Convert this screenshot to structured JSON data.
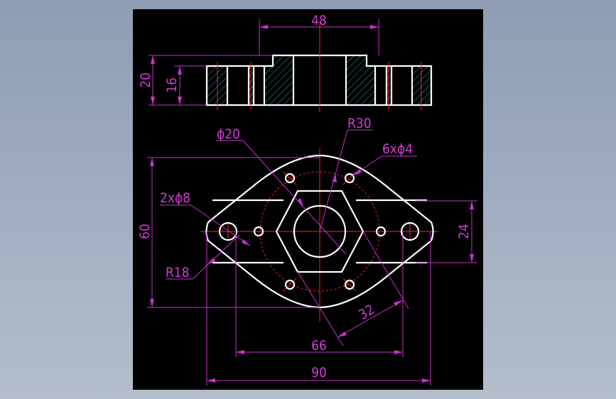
{
  "drawing": {
    "background": "#000000",
    "object_color": "#ffffff",
    "center_line_color": "#ff2020",
    "dimension_color": "#c832c8",
    "hatch_color": "#1fbfd6",
    "section_view": {
      "dimensions": {
        "top_width": "48",
        "overall_height": "20",
        "plate_height": "16"
      }
    },
    "plan_view": {
      "dimensions": {
        "bore": "ϕ20",
        "hex_radius": "R30",
        "small_holes": "6xϕ4",
        "large_holes": "2xϕ8",
        "height": "60",
        "lobe_radius": "R18",
        "lobe_height": "24",
        "hex_across": "32",
        "hole_spacing": "66",
        "overall_width": "90"
      }
    }
  }
}
